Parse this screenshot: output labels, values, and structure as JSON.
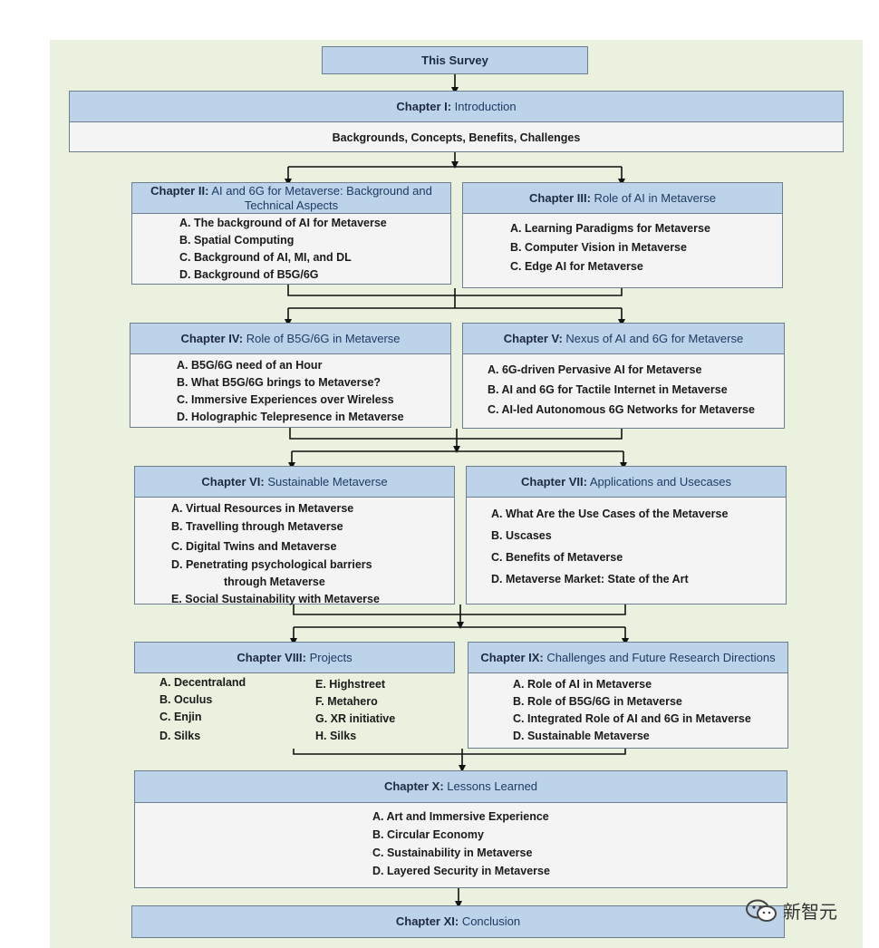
{
  "survey": {
    "label": "This Survey"
  },
  "chapters": [
    {
      "num": "Chapter I:",
      "title": " Introduction",
      "summary": "Backgrounds, Concepts, Benefits, Challenges"
    },
    {
      "num": "Chapter II:",
      "title": " AI and 6G for Metaverse: Background and Technical Aspects",
      "items": [
        "A. The background of AI for Metaverse",
        "B. Spatial Computing",
        "C. Background of AI, MI, and DL",
        "D. Background of B5G/6G"
      ]
    },
    {
      "num": "Chapter III:",
      "title": " Role of AI in Metaverse",
      "items": [
        "A. Learning Paradigms for Metaverse",
        "B. Computer Vision in Metaverse",
        "C. Edge AI for Metaverse"
      ]
    },
    {
      "num": "Chapter IV:",
      "title": " Role of B5G/6G in Metaverse",
      "items": [
        "A. B5G/6G need of an Hour",
        "B. What B5G/6G brings to Metaverse?",
        "C. Immersive Experiences over Wireless",
        "D. Holographic Telepresence in Metaverse"
      ]
    },
    {
      "num": "Chapter V:",
      "title": " Nexus of AI and 6G for Metaverse",
      "items": [
        "A. 6G-driven Pervasive AI for Metaverse",
        "B. AI and 6G for Tactile Internet in Metaverse",
        "C. AI-led Autonomous 6G Networks for Metaverse"
      ]
    },
    {
      "num": "Chapter VI:",
      "title": " Sustainable Metaverse",
      "items": [
        "A. Virtual Resources in Metaverse",
        "B. Travelling through Metaverse",
        "C. Digital Twins and Metaverse",
        "D. Penetrating psychological barriers",
        "through Metaverse",
        "E. Social Sustainability with Metaverse"
      ]
    },
    {
      "num": "Chapter VII:",
      "title": " Applications and Usecases",
      "items": [
        "A. What Are the Use Cases of the Metaverse",
        "B. Uscases",
        "C. Benefits of Metaverse",
        "D. Metaverse Market: State of the Art"
      ]
    },
    {
      "num": "Chapter VIII:",
      "title": " Projects",
      "items_left": [
        "A. Decentraland",
        "B. Oculus",
        "C. Enjin",
        "D. Silks"
      ],
      "items_right": [
        "E. Highstreet",
        "F. Metahero",
        "G. XR initiative",
        "H. Silks"
      ]
    },
    {
      "num": "Chapter IX:",
      "title": " Challenges and Future Research Directions",
      "items": [
        "A. Role of AI in Metaverse",
        "B. Role of B5G/6G in Metaverse",
        "C. Integrated Role of AI and 6G in Metaverse",
        "D. Sustainable Metaverse"
      ]
    },
    {
      "num": "Chapter X:",
      "title": " Lessons Learned",
      "items": [
        "A. Art and Immersive Experience",
        "B. Circular Economy",
        "C. Sustainability in Metaverse",
        "D. Layered Security in Metaverse"
      ]
    },
    {
      "num": "Chapter XI:",
      "title": " Conclusion"
    }
  ],
  "watermark": {
    "text": "新智元",
    "icon": "wechat-icon"
  },
  "colors": {
    "header": "#bdd3ea",
    "body": "#f4f4f4",
    "canvas": "#eaf1df",
    "arrow": "#111111"
  }
}
